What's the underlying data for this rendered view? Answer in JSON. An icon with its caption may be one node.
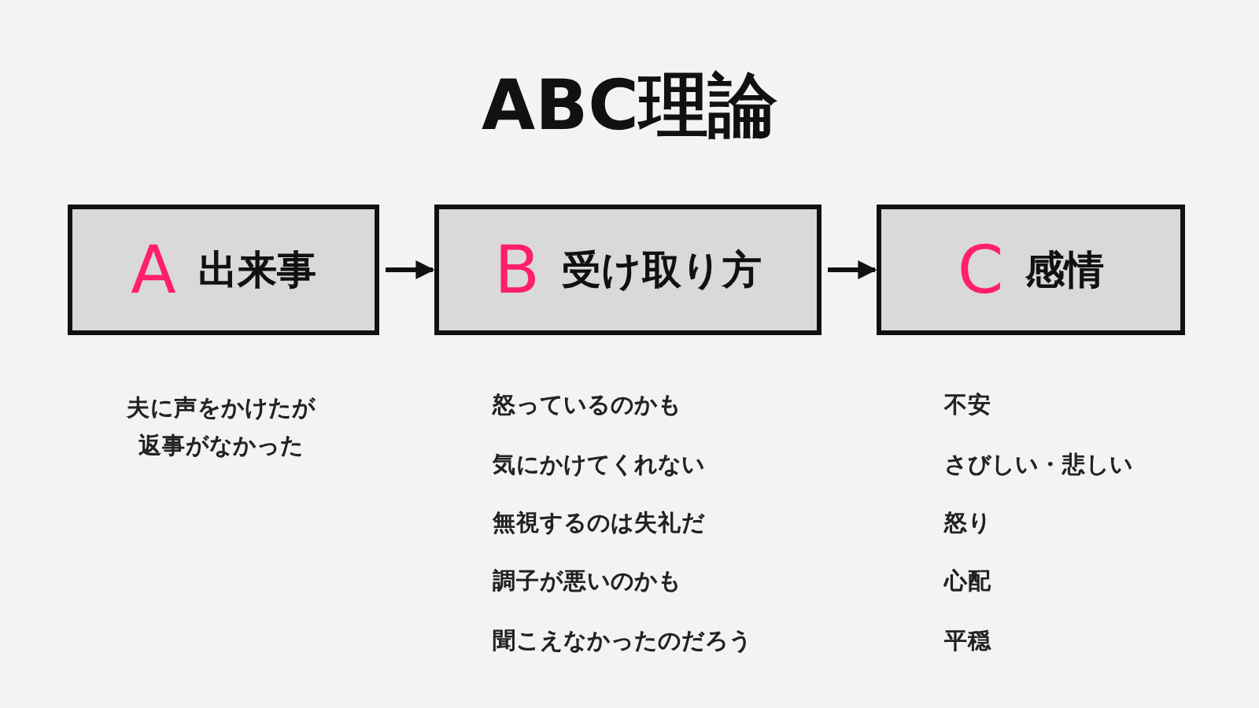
{
  "diagram": {
    "title": "ABC理論",
    "nodes": [
      {
        "text": [
          "A",
          "出来事"
        ]
      },
      {
        "text": [
          "B",
          "受け取り方"
        ]
      },
      {
        "text": [
          "C",
          "感情"
        ]
      }
    ],
    "edges": [
      {
        "from": 0,
        "to": 1,
        "arrow": "to"
      },
      {
        "from": 1,
        "to": 2,
        "arrow": "to"
      }
    ],
    "labels": [
      "夫に声をかけたが返事がなかった",
      "怒っているのかも",
      "気にかけてくれない",
      "無視するのは失礼だ",
      "調子が悪いのかも",
      "聞こえなかったのだろう",
      "不安",
      "さびしい・悲しい",
      "怒り",
      "心配",
      "平穏"
    ]
  }
}
